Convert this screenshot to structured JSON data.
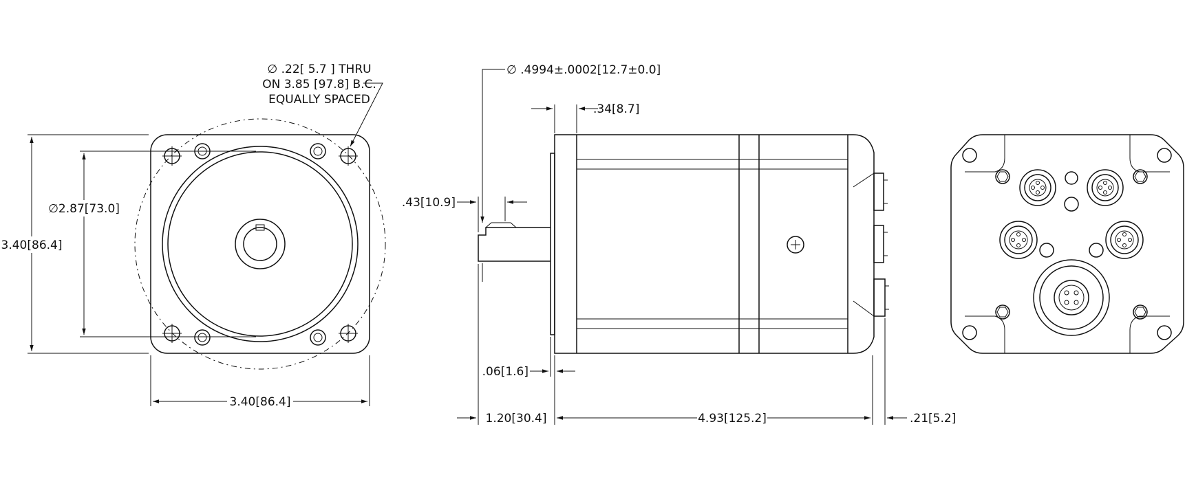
{
  "front_view": {
    "hole_callout": {
      "line1": "∅ .22[ 5.7 ] THRU",
      "line2": "ON 3.85 [97.8] B.C.",
      "line3": "EQUALLY SPACED"
    },
    "pilot_dia": "∅2.87[73.0]",
    "height": "3.40[86.4]",
    "width": "3.40[86.4]"
  },
  "side_view": {
    "shaft_dia": "∅ .4994±.0002[12.7±0.0]",
    "pilot_depth": ".34[8.7]",
    "key_dim": ".43[10.9]",
    "flange_thk": ".06[1.6]",
    "shaft_len": "1.20[30.4]",
    "body_len": "4.93[125.2]",
    "connector_len": ".21[5.2]"
  },
  "colors": {
    "line": "#111111",
    "background": "#ffffff"
  }
}
